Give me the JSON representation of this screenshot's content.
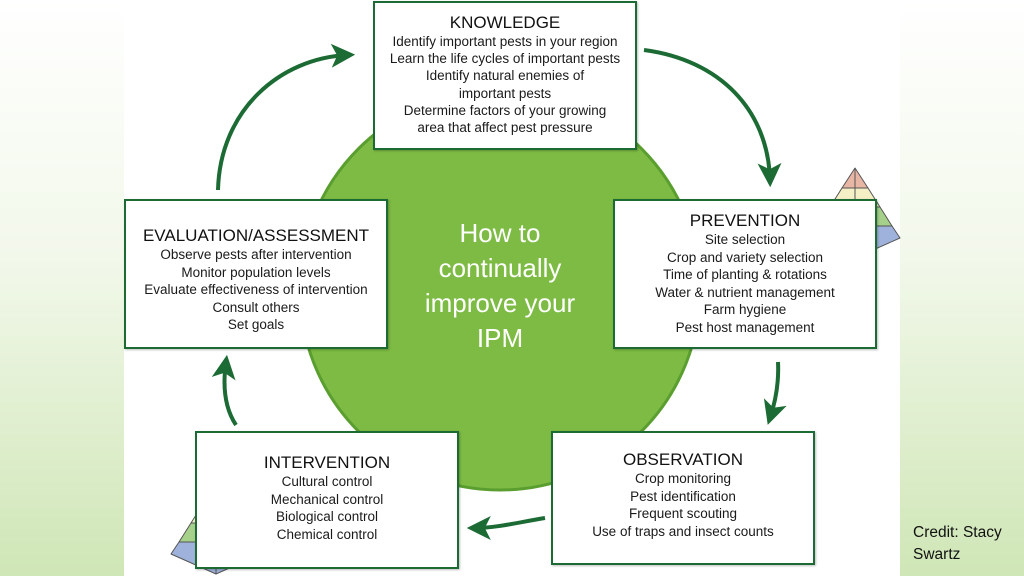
{
  "center_title": [
    "How to",
    "continually",
    "improve your",
    "IPM"
  ],
  "colors": {
    "circle": "#7dbb44",
    "circle_outline": "#5a9e2f",
    "box_border": "#1c6b34",
    "arrow": "#1c6b34",
    "pyramid_tiers": [
      "#e8b6a4",
      "#f4efc4",
      "#a6d18b",
      "#9fb2dc"
    ]
  },
  "knowledge": {
    "title": "KNOWLEDGE",
    "items": [
      "Identify important pests in your region",
      "Learn the life cycles of important pests",
      "Identify natural enemies of",
      "important pests",
      "Determine factors of your growing",
      "area that affect pest pressure"
    ]
  },
  "prevention": {
    "title": "PREVENTION",
    "items": [
      "Site selection",
      "Crop and variety selection",
      "Time of planting & rotations",
      "Water & nutrient management",
      "Farm hygiene",
      "Pest host management"
    ]
  },
  "observation": {
    "title": "OBSERVATION",
    "items": [
      "Crop monitoring",
      "Pest identification",
      "Frequent scouting",
      "Use of traps and insect counts"
    ]
  },
  "intervention": {
    "title": "INTERVENTION",
    "items": [
      "Cultural control",
      "Mechanical control",
      "Biological control",
      "Chemical control"
    ]
  },
  "evaluation": {
    "title": "EVALUATION/ASSESSMENT",
    "items": [
      "Observe pests after intervention",
      "Monitor population levels",
      "Evaluate effectiveness of intervention",
      "Consult others",
      "Set goals"
    ]
  },
  "credit": [
    "Credit: Stacy",
    "Swartz"
  ],
  "icons": [
    "pyramid-icon",
    "arrow-icon"
  ]
}
